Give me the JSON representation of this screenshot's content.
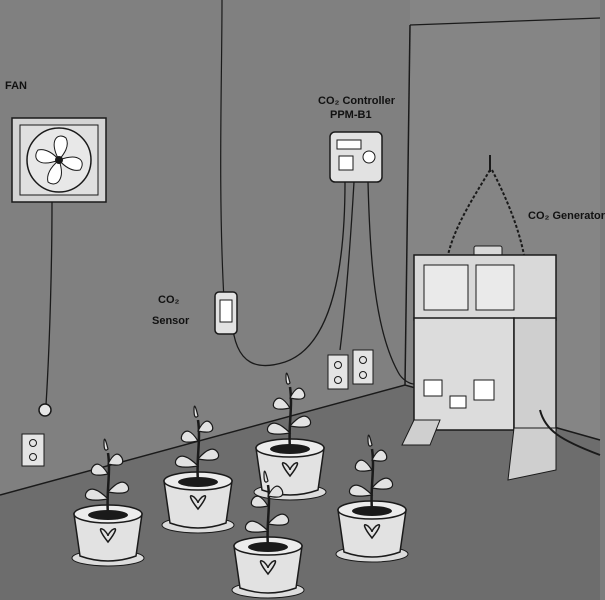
{
  "labels": {
    "fan": "FAN",
    "controller_line1": "CO₂ Controller",
    "controller_line2": "PPM-B1",
    "sensor_line1": "CO₂",
    "sensor_line2": "Sensor",
    "generator": "CO₂ Generator"
  },
  "colors": {
    "wall": "#7d7d7d",
    "floor": "#6f6f6f",
    "line": "#1a1a1a",
    "device": "#dadada",
    "leaf": "#e2e2e2"
  }
}
